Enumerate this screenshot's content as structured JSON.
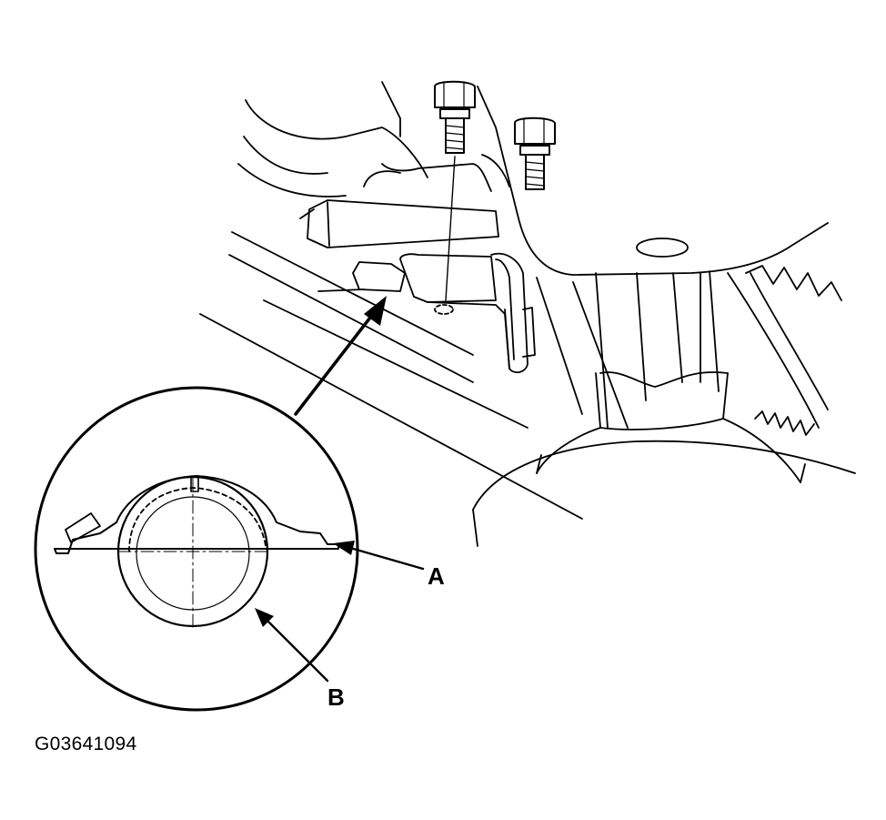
{
  "callouts": {
    "a": "A",
    "b": "B"
  },
  "figure_id": "G03641094",
  "colors": {
    "ink": "#000000",
    "paper": "#ffffff"
  }
}
